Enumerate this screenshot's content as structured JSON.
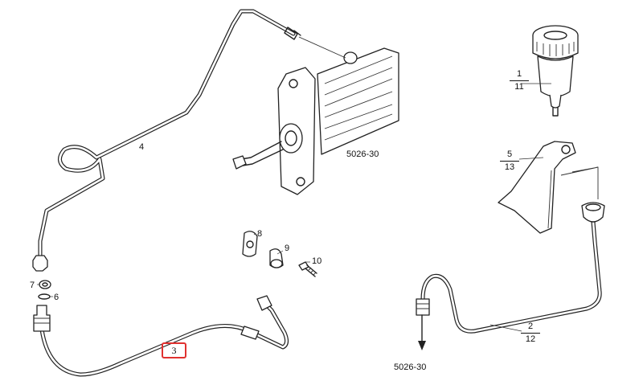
{
  "diagram": {
    "callouts": {
      "c4": "4",
      "c5026_upper": "5026-30",
      "c1_num": "1",
      "c1_den": "11",
      "c5_num": "5",
      "c5_den": "13",
      "c8": "8",
      "c9": "9",
      "c10": "10",
      "c7": "7",
      "c6": "6",
      "c3": "3",
      "c2_num": "2",
      "c2_den": "12",
      "c5026_lower": "5026-30"
    },
    "highlight_color": "#e0312f"
  }
}
